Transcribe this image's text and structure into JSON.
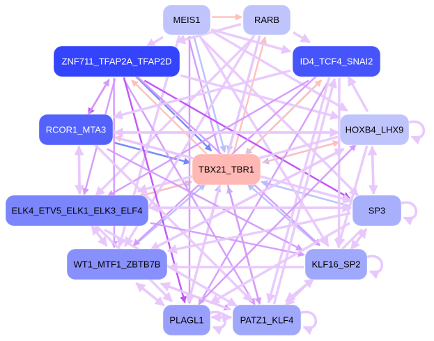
{
  "nodes": [
    {
      "id": "MEIS1",
      "label": "MEIS1",
      "fill": "#c0c4fc",
      "text": "#000000"
    },
    {
      "id": "RARB",
      "label": "RARB",
      "fill": "#c0c4fc",
      "text": "#000000"
    },
    {
      "id": "ZNF711",
      "label": "ZNF711_TFAP2A_TFAP2D",
      "fill": "#3444fc",
      "text": "#ffffff"
    },
    {
      "id": "ID4",
      "label": "ID4_TCF4_SNAI2",
      "fill": "#4654fc",
      "text": "#ffffff"
    },
    {
      "id": "RCOR1",
      "label": "RCOR1_MTA3",
      "fill": "#5462fc",
      "text": "#ffffff"
    },
    {
      "id": "HOXB4",
      "label": "HOXB4_LHX9",
      "fill": "#c0c4fc",
      "text": "#000000"
    },
    {
      "id": "TBX21",
      "label": "TBX21_TBR1",
      "fill": "#ffb8b4",
      "text": "#000000"
    },
    {
      "id": "ELK4",
      "label": "ELK4_ETV5_ELK1_ELK3_ELF4",
      "fill": "#7b85fc",
      "text": "#000000"
    },
    {
      "id": "SP3",
      "label": "SP3",
      "fill": "#a8b0fc",
      "text": "#000000"
    },
    {
      "id": "WT1",
      "label": "WT1_MTF1_ZBTB7B",
      "fill": "#8890fc",
      "text": "#000000"
    },
    {
      "id": "KLF16",
      "label": "KLF16_SP2",
      "fill": "#a0a8fc",
      "text": "#000000"
    },
    {
      "id": "PLAGL1",
      "label": "PLAGL1",
      "fill": "#98a0fc",
      "text": "#000000"
    },
    {
      "id": "PATZ1",
      "label": "PATZ1_KLF4",
      "fill": "#a0a8fc",
      "text": "#000000"
    }
  ],
  "colors": {
    "light": "#e8c8fc",
    "mid": "#d49afc",
    "strong": "#c050f8",
    "blue": "#7088f8",
    "lightblue": "#b8c0fc",
    "pink": "#ffc0b8"
  },
  "edges": [
    [
      "ZNF711",
      "RCOR1",
      "strong"
    ],
    [
      "RCOR1",
      "ZNF711",
      "mid"
    ],
    [
      "RCOR1",
      "ELK4",
      "light"
    ],
    [
      "ELK4",
      "RCOR1",
      "light"
    ],
    [
      "ZNF711",
      "TBX21",
      "blue"
    ],
    [
      "RCOR1",
      "TBX21",
      "blue"
    ],
    [
      "TBX21",
      "ZNF711",
      "pink"
    ],
    [
      "TBX21",
      "RCOR1",
      "pink"
    ],
    [
      "MEIS1",
      "TBX21",
      "lightblue"
    ],
    [
      "RARB",
      "TBX21",
      "lightblue"
    ],
    [
      "MEIS1",
      "RARB",
      "pink"
    ],
    [
      "TBX21",
      "RARB",
      "pink"
    ],
    [
      "ID4",
      "TBX21",
      "lightblue"
    ],
    [
      "TBX21",
      "ID4",
      "pink"
    ],
    [
      "HOXB4",
      "TBX21",
      "lightblue"
    ],
    [
      "TBX21",
      "HOXB4",
      "pink"
    ],
    [
      "SP3",
      "TBX21",
      "lightblue"
    ],
    [
      "KLF16",
      "TBX21",
      "lightblue"
    ],
    [
      "PATZ1",
      "TBX21",
      "lightblue"
    ],
    [
      "TBX21",
      "PATZ1",
      "pink"
    ],
    [
      "PLAGL1",
      "TBX21",
      "lightblue"
    ],
    [
      "TBX21",
      "PLAGL1",
      "pink"
    ],
    [
      "WT1",
      "TBX21",
      "lightblue"
    ],
    [
      "ELK4",
      "TBX21",
      "lightblue"
    ],
    [
      "TBX21",
      "ELK4",
      "pink"
    ],
    [
      "MEIS1",
      "ID4",
      "light"
    ],
    [
      "MEIS1",
      "HOXB4",
      "light"
    ],
    [
      "MEIS1",
      "SP3",
      "light"
    ],
    [
      "MEIS1",
      "KLF16",
      "light"
    ],
    [
      "MEIS1",
      "PATZ1",
      "mid"
    ],
    [
      "MEIS1",
      "PLAGL1",
      "mid"
    ],
    [
      "MEIS1",
      "WT1",
      "light"
    ],
    [
      "MEIS1",
      "ZNF711",
      "light"
    ],
    [
      "RARB",
      "ZNF711",
      "light"
    ],
    [
      "RARB",
      "ID4",
      "light"
    ],
    [
      "RARB",
      "WT1",
      "light"
    ],
    [
      "RARB",
      "ELK4",
      "light"
    ],
    [
      "RARB",
      "PLAGL1",
      "light"
    ],
    [
      "ZNF711",
      "HOXB4",
      "light"
    ],
    [
      "ZNF711",
      "SP3",
      "strong"
    ],
    [
      "ZNF711",
      "KLF16",
      "mid"
    ],
    [
      "ZNF711",
      "PATZ1",
      "mid"
    ],
    [
      "ZNF711",
      "PLAGL1",
      "strong"
    ],
    [
      "ZNF711",
      "WT1",
      "mid"
    ],
    [
      "ZNF711",
      "ELK4",
      "mid"
    ],
    [
      "ID4",
      "RCOR1",
      "light"
    ],
    [
      "ID4",
      "ELK4",
      "mid"
    ],
    [
      "ID4",
      "WT1",
      "mid"
    ],
    [
      "ID4",
      "PLAGL1",
      "mid"
    ],
    [
      "ID4",
      "PATZ1",
      "light"
    ],
    [
      "ID4",
      "KLF16",
      "light"
    ],
    [
      "HOXB4",
      "ID4",
      "light"
    ],
    [
      "HOXB4",
      "RCOR1",
      "light"
    ],
    [
      "HOXB4",
      "ELK4",
      "light"
    ],
    [
      "HOXB4",
      "WT1",
      "light"
    ],
    [
      "HOXB4",
      "SP3",
      "light"
    ],
    [
      "SP3",
      "HOXB4",
      "light"
    ],
    [
      "HOXB4",
      "KLF16",
      "light"
    ],
    [
      "RCOR1",
      "SP3",
      "light"
    ],
    [
      "RCOR1",
      "KLF16",
      "mid"
    ],
    [
      "RCOR1",
      "PATZ1",
      "light"
    ],
    [
      "RCOR1",
      "HOXB4",
      "light"
    ],
    [
      "ELK4",
      "SP3",
      "light"
    ],
    [
      "SP3",
      "ELK4",
      "light"
    ],
    [
      "ELK4",
      "KLF16",
      "mid"
    ],
    [
      "ELK4",
      "PATZ1",
      "light"
    ],
    [
      "ELK4",
      "WT1",
      "light"
    ],
    [
      "WT1",
      "ELK4",
      "light"
    ],
    [
      "ELK4",
      "PLAGL1",
      "light"
    ],
    [
      "SP3",
      "WT1",
      "light"
    ],
    [
      "SP3",
      "KLF16",
      "light"
    ],
    [
      "KLF16",
      "SP3",
      "light"
    ],
    [
      "SP3",
      "PATZ1",
      "light"
    ],
    [
      "SP3",
      "PLAGL1",
      "light"
    ],
    [
      "KLF16",
      "WT1",
      "light"
    ],
    [
      "KLF16",
      "PATZ1",
      "light"
    ],
    [
      "PATZ1",
      "KLF16",
      "light"
    ],
    [
      "WT1",
      "PLAGL1",
      "light"
    ],
    [
      "PLAGL1",
      "WT1",
      "light"
    ],
    [
      "PATZ1",
      "PLAGL1",
      "light"
    ],
    [
      "PLAGL1",
      "PATZ1",
      "light"
    ],
    [
      "WT1",
      "PATZ1",
      "mid"
    ],
    [
      "PATZ1",
      "WT1",
      "light"
    ],
    [
      "WT1",
      "HOXB4",
      "light"
    ],
    [
      "PLAGL1",
      "HOXB4",
      "mid"
    ],
    [
      "PATZ1",
      "ID4",
      "light"
    ]
  ],
  "self_loops": [
    "HOXB4",
    "SP3",
    "KLF16",
    "PATZ1",
    "PLAGL1"
  ]
}
